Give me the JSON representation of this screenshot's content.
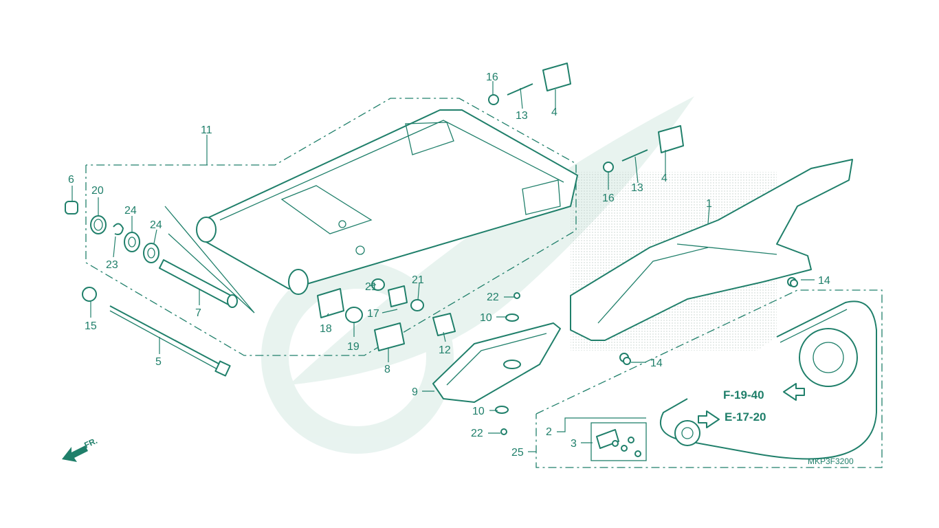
{
  "diagram": {
    "code": "MKP3F3200",
    "front_mark": "FR.",
    "refs": [
      "F-19-40",
      "E-17-20"
    ],
    "labels": [
      "1",
      "2",
      "3",
      "4",
      "4",
      "5",
      "6",
      "7",
      "8",
      "9",
      "10",
      "10",
      "11",
      "12",
      "13",
      "13",
      "14",
      "14",
      "15",
      "16",
      "16",
      "17",
      "18",
      "19",
      "20",
      "21",
      "21",
      "22",
      "22",
      "23",
      "24",
      "24",
      "25"
    ]
  },
  "colors": {
    "line": "#1f7f6a",
    "watermark": "#e6f2ee"
  }
}
